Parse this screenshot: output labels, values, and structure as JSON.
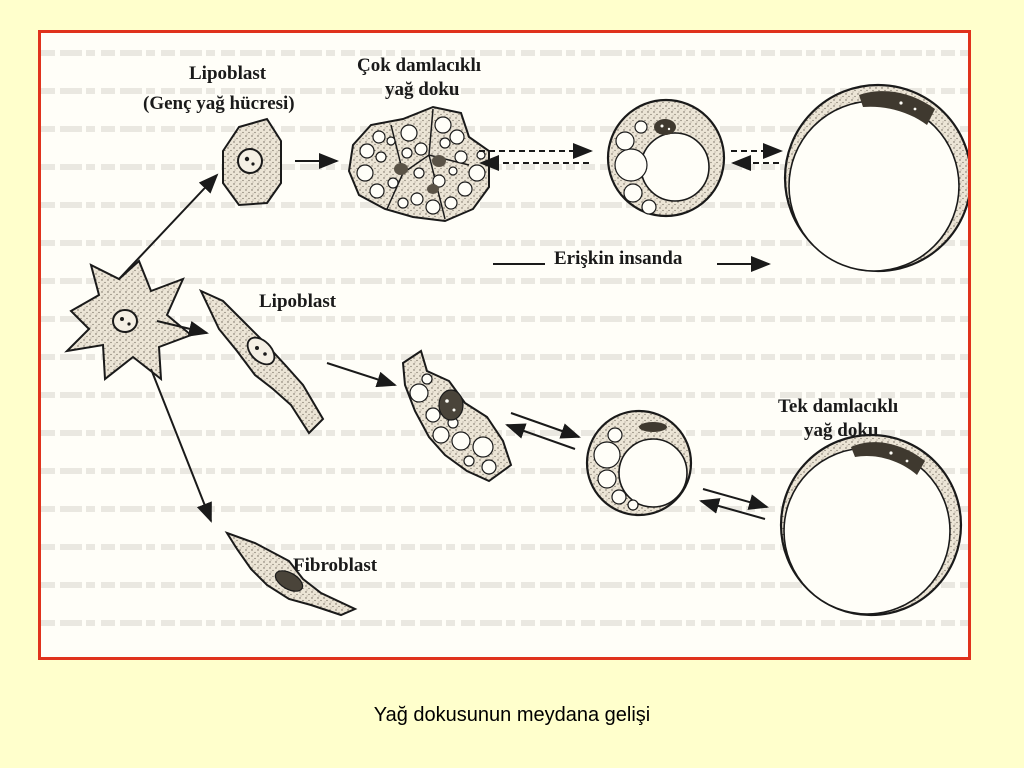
{
  "figure": {
    "labels": {
      "lipoblast_top": "Lipoblast",
      "lipoblast_top_sub": "(Genç yağ hücresi)",
      "multilocular_line1": "Çok damlacıklı",
      "multilocular_line2": "yağ doku",
      "adult_note": "Erişkin insanda",
      "lipoblast_mid": "Lipoblast",
      "unilocular_line1": "Tek damlacıklı",
      "unilocular_line2": "yağ doku",
      "fibroblast": "Fibroblast"
    }
  },
  "caption": "Yağ dokusunun meydana gelişi",
  "colors": {
    "background": "#ffffcc",
    "frame_border": "#e0321c",
    "ink": "#1a1a1a",
    "cytoplasm": "#e4dccd"
  }
}
